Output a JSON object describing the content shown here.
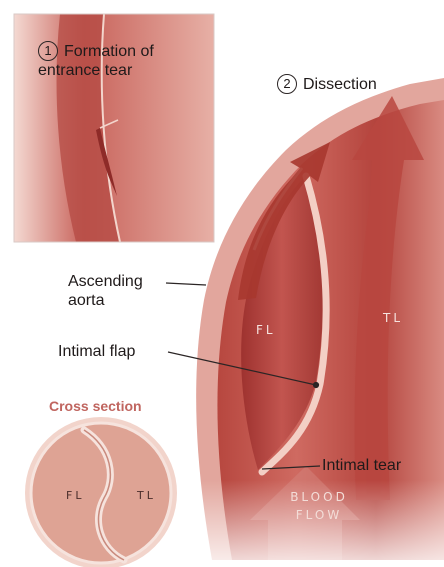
{
  "step1": {
    "number": "1",
    "text_line1": "Formation of",
    "text_line2": "entrance tear"
  },
  "step2": {
    "number": "2",
    "text": "Dissection"
  },
  "labels": {
    "ascending_aorta_line1": "Ascending",
    "ascending_aorta_line2": "aorta",
    "intimal_flap": "Intimal flap",
    "intimal_tear": "Intimal tear",
    "fl": "FL",
    "tl": "TL",
    "blood_flow_line1": "BLOOD",
    "blood_flow_line2": "FLOW"
  },
  "cross_section": {
    "title": "Cross section",
    "fl": "FL",
    "tl": "TL"
  },
  "colors": {
    "vessel_dark": "#a93a3a",
    "vessel_mid": "#c65a55",
    "vessel_light": "#e7aca3",
    "intima": "#f2cfc6",
    "cross_section_fill": "#dea394",
    "cross_section_title": "#c0655f"
  }
}
